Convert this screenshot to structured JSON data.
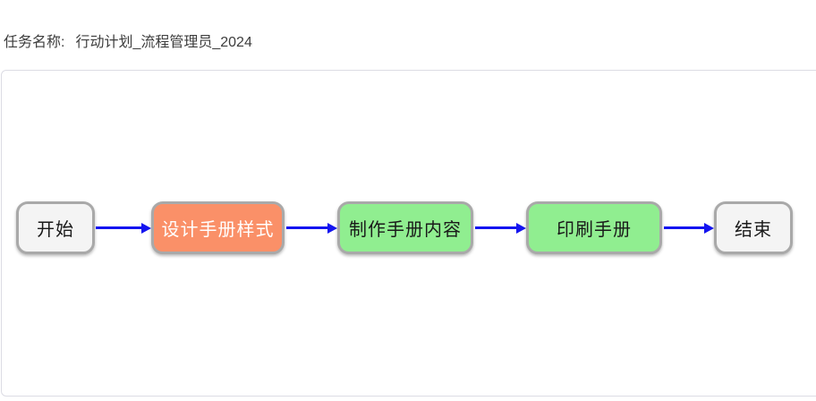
{
  "header": {
    "task_label": "任务名称:",
    "task_value": "行动计划_流程管理员_2024"
  },
  "panel": {
    "border_color": "#dcdce4"
  },
  "flowchart": {
    "arrow_color": "#1414f0",
    "node_border_color": "#a9a9a9",
    "nodes": [
      {
        "id": "start",
        "label": "开始",
        "fill": "#f4f4f4",
        "text_color": "#1a1a1a"
      },
      {
        "id": "design-manual-style",
        "label": "设计手册样式",
        "fill": "#fa9068",
        "text_color": "#ffffff"
      },
      {
        "id": "create-manual-content",
        "label": "制作手册内容",
        "fill": "#90ee90",
        "text_color": "#1a1a1a"
      },
      {
        "id": "print-manual",
        "label": "印刷手册",
        "fill": "#90ee90",
        "text_color": "#1a1a1a"
      },
      {
        "id": "end",
        "label": "结束",
        "fill": "#f4f4f4",
        "text_color": "#1a1a1a"
      }
    ],
    "edges": [
      {
        "from": "start",
        "to": "design-manual-style"
      },
      {
        "from": "design-manual-style",
        "to": "create-manual-content"
      },
      {
        "from": "create-manual-content",
        "to": "print-manual"
      },
      {
        "from": "print-manual",
        "to": "end"
      }
    ]
  }
}
